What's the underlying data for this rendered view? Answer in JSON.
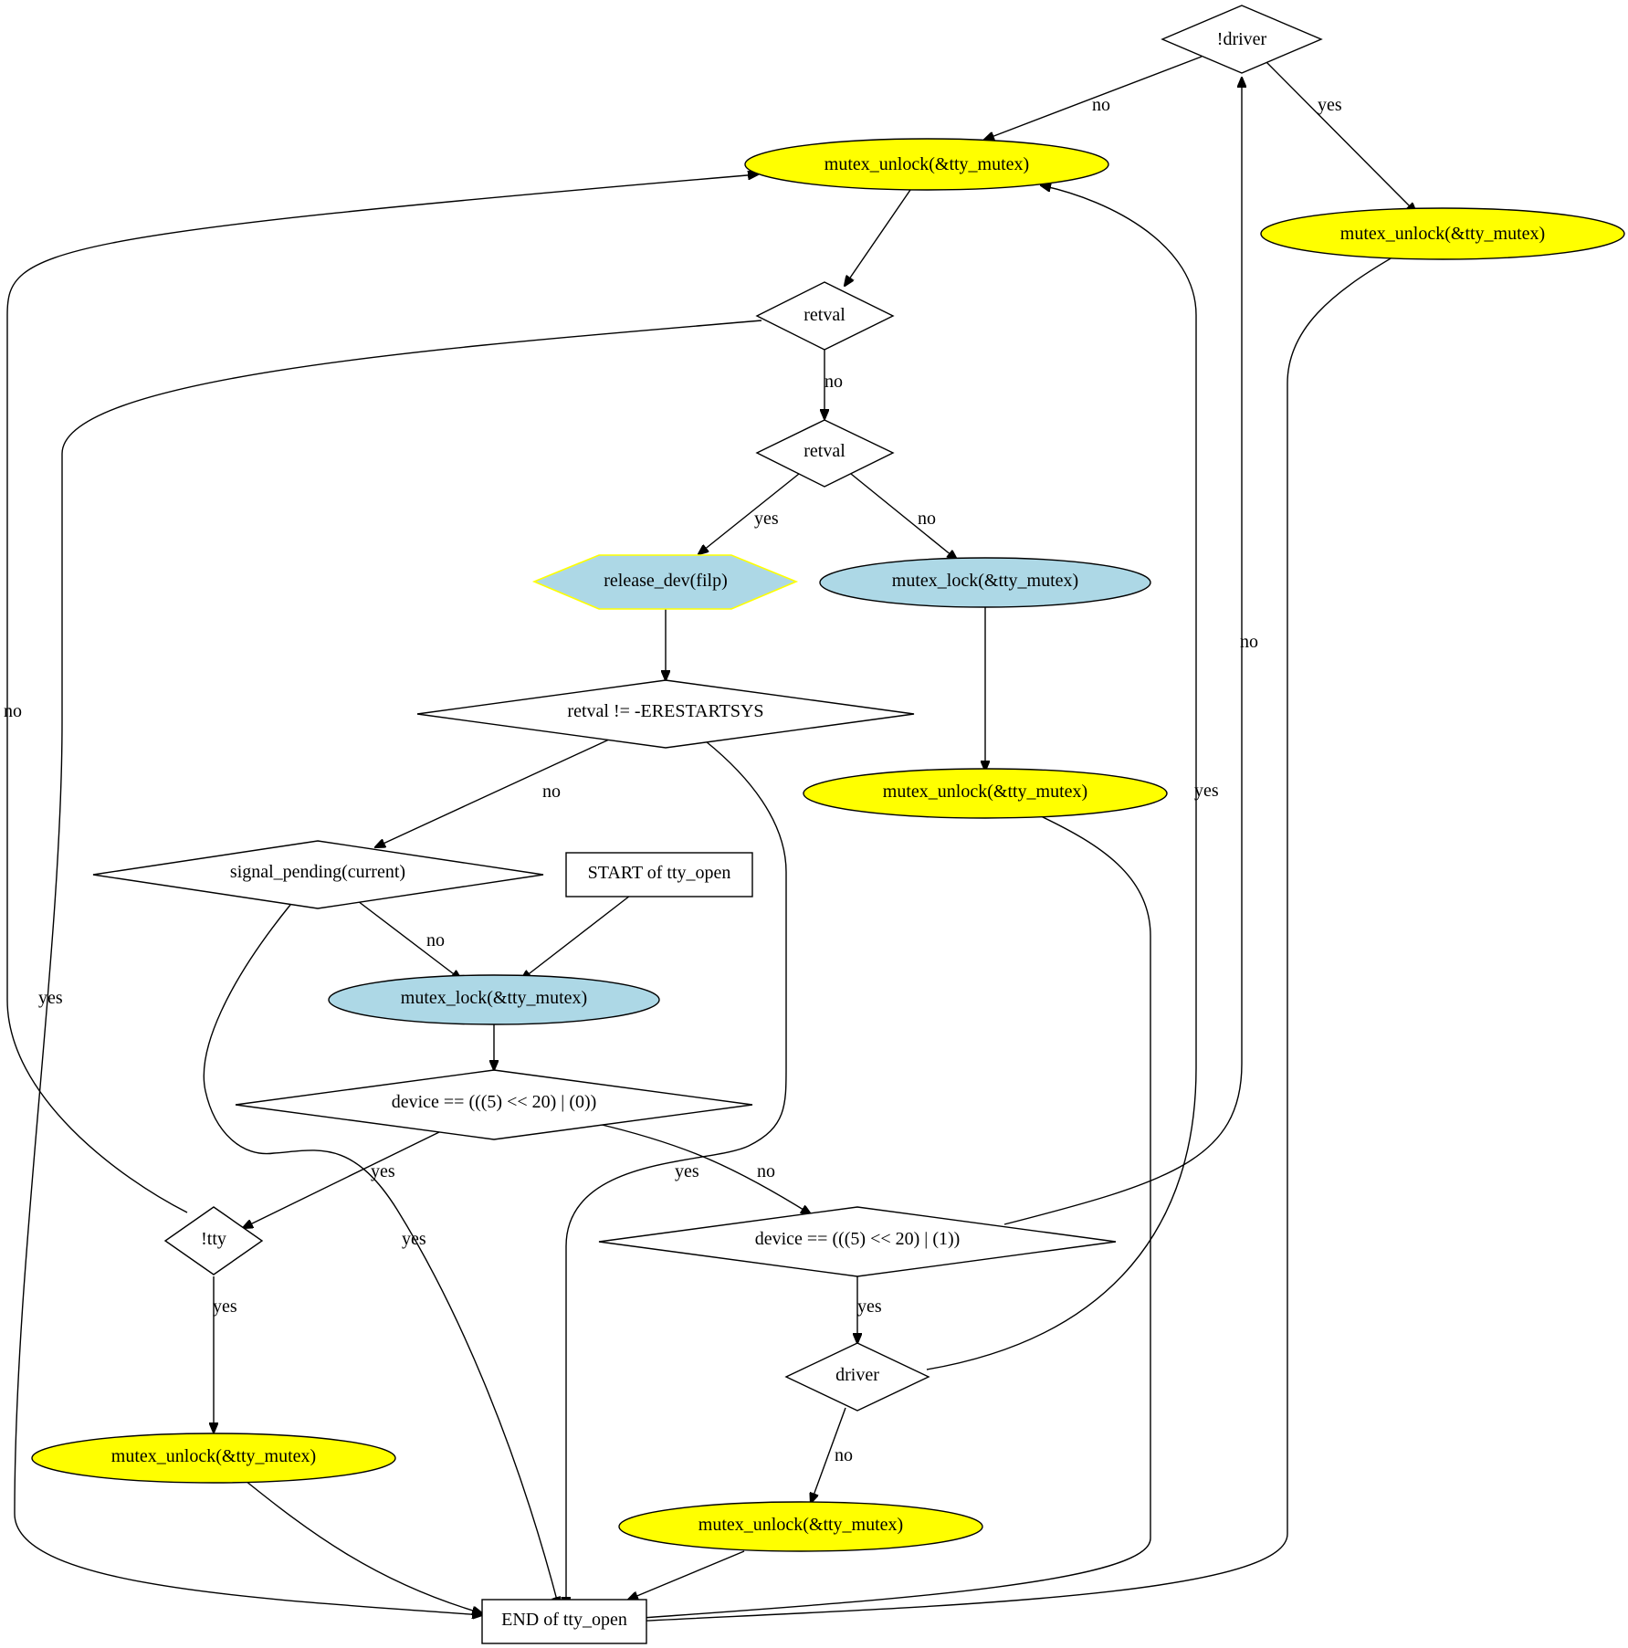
{
  "nodes": {
    "not_driver": {
      "label": "!driver"
    },
    "unlock_top": {
      "label": "mutex_unlock(&tty_mutex)"
    },
    "unlock_right": {
      "label": "mutex_unlock(&tty_mutex)"
    },
    "retval_1": {
      "label": "retval"
    },
    "retval_2": {
      "label": "retval"
    },
    "release_dev": {
      "label": "release_dev(filp)"
    },
    "lock_mid": {
      "label": "mutex_lock(&tty_mutex)"
    },
    "restartsys": {
      "label": "retval != -ERESTARTSYS"
    },
    "unlock_mid": {
      "label": "mutex_unlock(&tty_mutex)"
    },
    "signal_pending": {
      "label": "signal_pending(current)"
    },
    "start": {
      "label": "START of tty_open"
    },
    "lock_start": {
      "label": "mutex_lock(&tty_mutex)"
    },
    "device_0": {
      "label": "device == (((5) << 20) | (0))"
    },
    "not_tty": {
      "label": "!tty"
    },
    "device_1": {
      "label": "device == (((5) << 20) | (1))"
    },
    "driver": {
      "label": "driver"
    },
    "unlock_left": {
      "label": "mutex_unlock(&tty_mutex)"
    },
    "unlock_bottom": {
      "label": "mutex_unlock(&tty_mutex)"
    },
    "end": {
      "label": "END of tty_open"
    }
  },
  "edge_labels": {
    "not_driver_no": "no",
    "not_driver_yes": "yes",
    "retval_1_no": "no",
    "retval_1_yes": "yes",
    "retval_2_yes": "yes",
    "retval_2_no": "no",
    "restartsys_no": "no",
    "restartsys_yes": "yes",
    "signal_pending_no": "no",
    "signal_pending_yes": "yes",
    "device_0_yes": "yes",
    "device_0_no": "no",
    "not_tty_no": "no",
    "not_tty_yes": "yes",
    "device_1_no": "no",
    "device_1_yes": "yes",
    "driver_yes": "yes",
    "driver_no": "no"
  }
}
